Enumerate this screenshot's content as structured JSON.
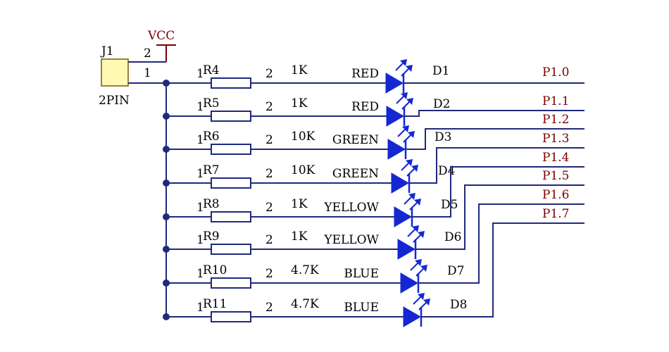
{
  "connector": {
    "ref": "J1",
    "type": "2PIN",
    "pin1": "1",
    "pin2": "2",
    "power_label": "VCC"
  },
  "channels": [
    {
      "res_ref": "R4",
      "pin_a": "1",
      "pin_b": "2",
      "value": "1K",
      "color_label": "RED",
      "led_ref": "D1",
      "port": "P1.0"
    },
    {
      "res_ref": "R5",
      "pin_a": "1",
      "pin_b": "2",
      "value": "1K",
      "color_label": "RED",
      "led_ref": "D2",
      "port": "P1.1"
    },
    {
      "res_ref": "R6",
      "pin_a": "1",
      "pin_b": "2",
      "value": "10K",
      "color_label": "GREEN",
      "led_ref": "D3",
      "port": "P1.2"
    },
    {
      "res_ref": "R7",
      "pin_a": "1",
      "pin_b": "2",
      "value": "10K",
      "color_label": "GREEN",
      "led_ref": "D4",
      "port": "P1.3"
    },
    {
      "res_ref": "R8",
      "pin_a": "1",
      "pin_b": "2",
      "value": "1K",
      "color_label": "YELLOW",
      "led_ref": "D5",
      "port": "P1.4"
    },
    {
      "res_ref": "R9",
      "pin_a": "1",
      "pin_b": "2",
      "value": "1K",
      "color_label": "YELLOW",
      "led_ref": "D6",
      "port": "P1.5"
    },
    {
      "res_ref": "R10",
      "pin_a": "1",
      "pin_b": "2",
      "value": "4.7K",
      "color_label": "BLUE",
      "led_ref": "D7",
      "port": "P1.6"
    },
    {
      "res_ref": "R11",
      "pin_a": "1",
      "pin_b": "2",
      "value": "4.7K",
      "color_label": "BLUE",
      "led_ref": "D8",
      "port": "P1.7"
    }
  ],
  "colors": {
    "wire": "#1f2a7a",
    "led": "#1428d2",
    "port_text": "#7a0000",
    "connector_fill": "#fff9b3"
  }
}
